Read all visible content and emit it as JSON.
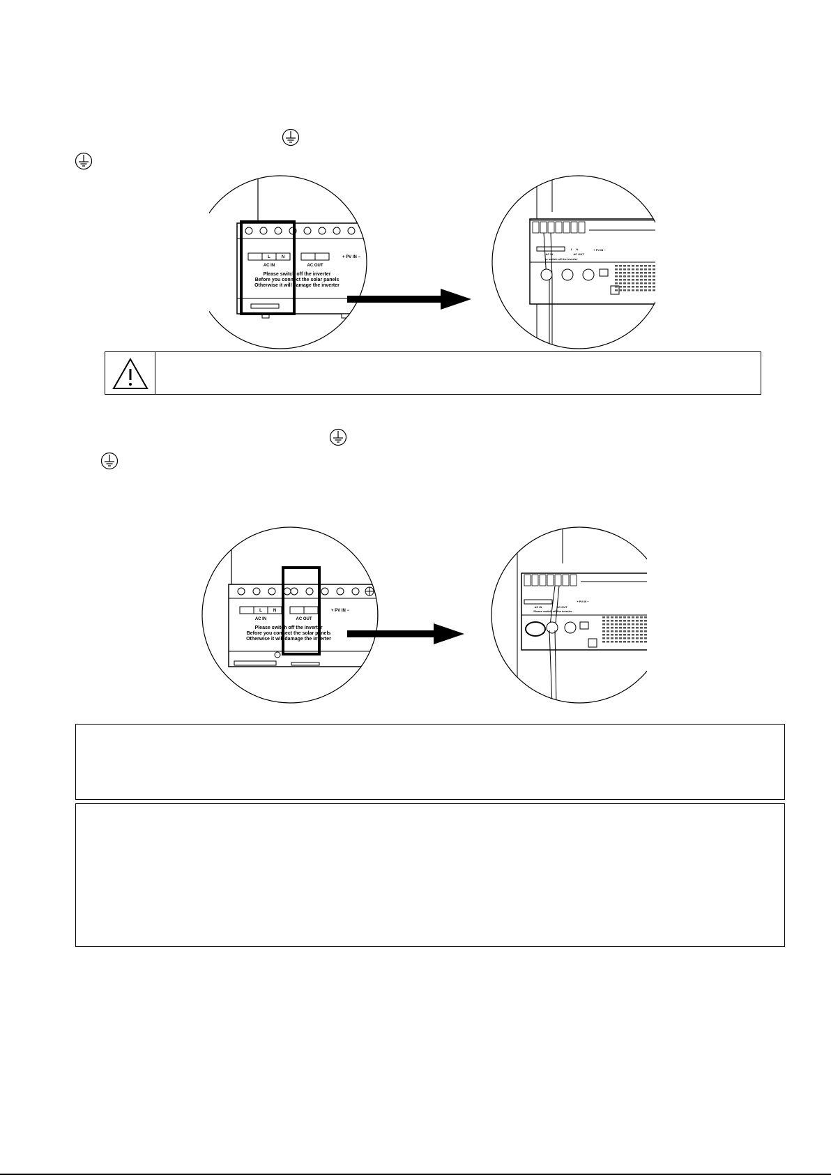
{
  "step1": {
    "ground_icon_inline": "earth-ground-symbol",
    "ground_icon_margin": "earth-ground-symbol"
  },
  "diagram1": {
    "left_labels": {
      "ac_in": "AC IN",
      "ac_out": "AC OUT",
      "pv_in": "+ PV IN −",
      "terminal_l": "L",
      "terminal_n": "N",
      "warning_line_1": "Please switch off the inverter",
      "warning_line_2": "Before you connect the solar panels",
      "warning_line_3": "Otherwise it will damage the inverter"
    },
    "right_labels": {
      "ac_in": "AC IN",
      "ac_out": "AC OUT",
      "pv_in": "+ PV IN −",
      "terminal_l": "L",
      "terminal_n": "N",
      "warning_line_1": "se switch off the inverter"
    },
    "highlight": "AC IN terminal block"
  },
  "warning": {
    "icon": "warning-triangle-icon"
  },
  "step2": {
    "ground_icon_inline": "earth-ground-symbol",
    "ground_icon_margin": "earth-ground-symbol"
  },
  "diagram2": {
    "left_labels": {
      "ac_in": "AC IN",
      "ac_out": "AC OUT",
      "pv_in": "+ PV IN −",
      "terminal_l": "L",
      "terminal_n": "N",
      "warning_line_1": "Please switch off the inverter",
      "warning_line_2": "Before you connect the solar panels",
      "warning_line_3": "Otherwise it will damage the inverter"
    },
    "right_labels": {
      "ac_in": "AC IN",
      "ac_out": "AC OUT",
      "pv_in": "+ PV IN −",
      "warning_line_1": "Please switch off the inverter"
    },
    "highlight": "AC OUT terminal block"
  },
  "colors": {
    "ink": "#000000",
    "paper": "#ffffff",
    "vent": "#555555"
  }
}
